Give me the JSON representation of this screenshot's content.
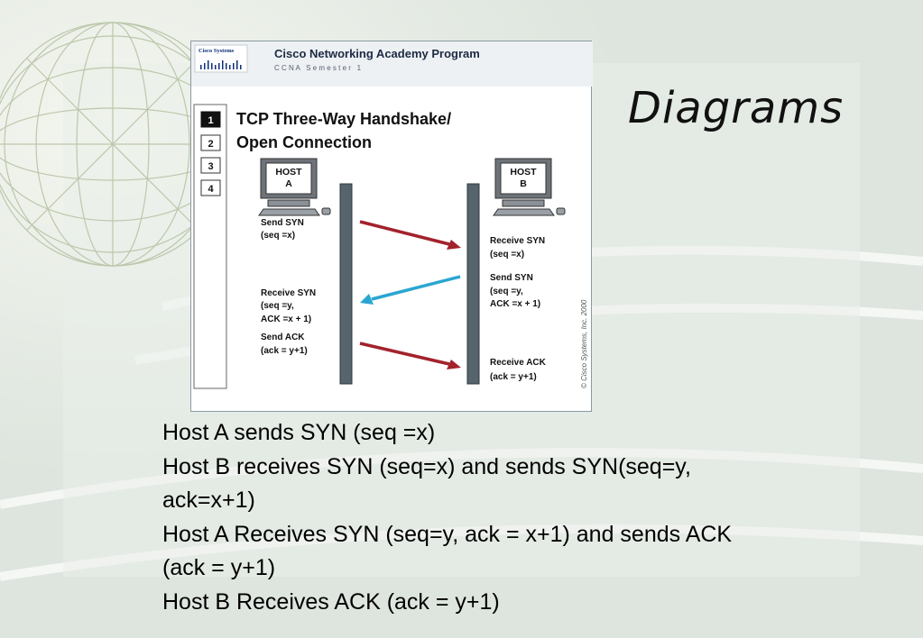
{
  "slide": {
    "title": "Diagrams"
  },
  "figure": {
    "banner": {
      "brand": "Cisco Systems",
      "program": "Cisco Networking Academy Program",
      "course": "C C N A   S e m e s t e r   1"
    },
    "page_buttons": [
      "1",
      "2",
      "3",
      "4"
    ],
    "active_page": "1",
    "heading_lines": [
      "TCP Three-Way Handshake/",
      "Open Connection"
    ],
    "hosts": {
      "a": [
        "HOST",
        "A"
      ],
      "b": [
        "HOST",
        "B"
      ]
    },
    "left_labels": [
      [
        "Send SYN",
        "(seq =x)"
      ],
      [
        "Receive SYN",
        "(seq =y,",
        "ACK =x + 1)"
      ],
      [
        "Send ACK",
        "(ack = y+1)"
      ]
    ],
    "right_labels": [
      [
        "Receive SYN",
        "(seq =x)"
      ],
      [
        "Send SYN",
        "(seq =y,",
        "ACK =x + 1)"
      ],
      [
        "Receive ACK",
        "(ack = y+1)"
      ]
    ],
    "copyright": "© Cisco Systems, Inc. 2000",
    "arrow_colors": {
      "to_b": "#a3222c",
      "to_a": "#2aa6d1"
    }
  },
  "caption_lines": [
    "Host A sends SYN (seq =x)",
    "Host B receives SYN (seq=x) and sends SYN(seq=y,",
    "ack=x+1)",
    "Host A Receives SYN (seq=y, ack = x+1) and sends ACK",
    "(ack = y+1)",
    "Host B Receives ACK (ack = y+1)"
  ]
}
